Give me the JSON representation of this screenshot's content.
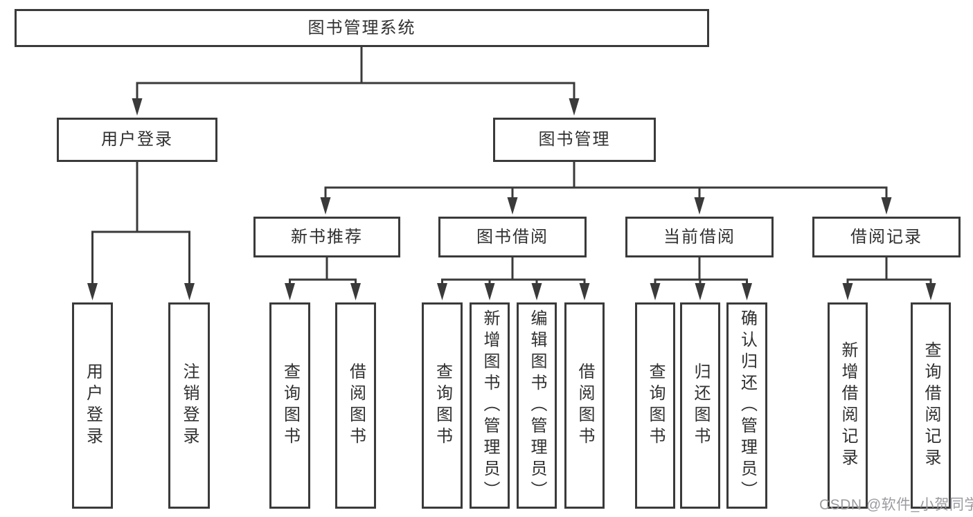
{
  "diagram": {
    "root": {
      "label": "图书管理系统"
    },
    "level2": [
      {
        "label": "用户登录"
      },
      {
        "label": "图书管理"
      }
    ],
    "level3": [
      {
        "label": "新书推荐",
        "parent": "图书管理"
      },
      {
        "label": "图书借阅",
        "parent": "图书管理"
      },
      {
        "label": "当前借阅",
        "parent": "图书管理"
      },
      {
        "label": "借阅记录",
        "parent": "图书管理"
      }
    ],
    "leaves": [
      {
        "label": "用户登录",
        "parent": "用户登录"
      },
      {
        "label": "注销登录",
        "parent": "用户登录"
      },
      {
        "label": "查询图书",
        "parent": "新书推荐"
      },
      {
        "label": "借阅图书",
        "parent": "新书推荐"
      },
      {
        "label": "查询图书",
        "parent": "图书借阅"
      },
      {
        "label": "新增图书（管理员）",
        "parent": "图书借阅"
      },
      {
        "label": "编辑图书（管理员）",
        "parent": "图书借阅"
      },
      {
        "label": "借阅图书",
        "parent": "图书借阅"
      },
      {
        "label": "查询图书",
        "parent": "当前借阅"
      },
      {
        "label": "归还图书",
        "parent": "当前借阅"
      },
      {
        "label": "确认归还（管理员）",
        "parent": "当前借阅"
      },
      {
        "label": "新增借阅记录",
        "parent": "借阅记录"
      },
      {
        "label": "查询借阅记录",
        "parent": "借阅记录"
      }
    ]
  },
  "watermark": {
    "text": "CSDN @软件_小贺同学"
  },
  "colors": {
    "line": "#3a3a3a",
    "text": "#303030",
    "watermark": "#9b9ba0",
    "background": "#ffffff"
  }
}
